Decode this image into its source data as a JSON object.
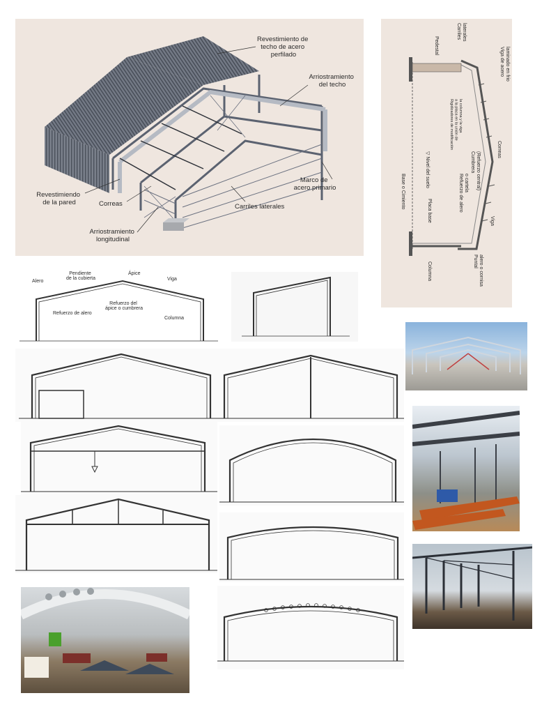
{
  "main_diagram": {
    "roof_cladding": [
      "Revestimiento de",
      "techo de acero",
      "perfilado"
    ],
    "roof_bracing": [
      "Arriostramiento",
      "del techo"
    ],
    "wall_cladding": [
      "Revestimiendo",
      "de la pared"
    ],
    "purlins": "Correas",
    "primary_frame": [
      "Marco de",
      "acero primario"
    ],
    "girts": "Carriles laterales",
    "longitudinal_bracing": [
      "Arriostramiento",
      "longitudinal"
    ]
  },
  "section_diagram": {
    "side_rails": [
      "Carriles",
      "laterales"
    ],
    "pedestal": "Pedestal",
    "cold_rolled_beam": [
      "Viga de acero",
      "laminado en frio"
    ],
    "modification_stiffeners": [
      "Rigidizadores de modificación",
      "a la placa en la unión de",
      "la columna y la viga"
    ],
    "floor_level": "▽ Nivel del suelo",
    "purlins": "Correas",
    "ridge": [
      "Cumbrera",
      "(Refuerzo central)"
    ],
    "haunch": [
      "Refuerzo de alero",
      "o cartela"
    ],
    "base": "Base o Cimiento",
    "base_plate": "Placa base",
    "rafter": "Viga",
    "column": "Columna",
    "knee": [
      "Puntal",
      "alero o cornisa"
    ]
  },
  "frame_diagram": {
    "eave": "Alero",
    "roof_slope": [
      "Pendiente",
      "de la cubierta"
    ],
    "apex": "Ápice",
    "rafter": "Viga",
    "apex_haunch": [
      "Refuerzo del",
      "ápice o cumbrera"
    ],
    "eave_haunch": "Refuerzo de alero",
    "column": "Columna"
  },
  "colors": {
    "panel_bg": "#efe6df",
    "steel": "#c9ccd2",
    "steel_dark": "#5b6270",
    "roof_sheet": "#6e7480"
  }
}
